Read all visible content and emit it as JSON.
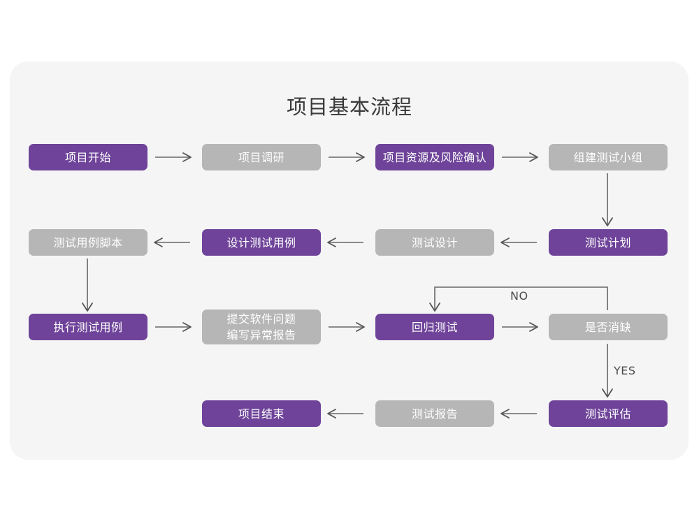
{
  "diagram": {
    "title": "项目基本流程",
    "colors": {
      "purple": "#6E4399",
      "gray": "#B6B6B6",
      "panel": "#F5F5F5",
      "page": "#FFFFFF",
      "edge": "#666666",
      "title_text": "#3A3A3A"
    },
    "nodes": [
      {
        "id": "n1",
        "label": "项目开始",
        "fill": "purple"
      },
      {
        "id": "n2",
        "label": "项目调研",
        "fill": "gray"
      },
      {
        "id": "n3",
        "label": "项目资源及风险确认",
        "fill": "purple"
      },
      {
        "id": "n4",
        "label": "组建测试小组",
        "fill": "gray"
      },
      {
        "id": "n5",
        "label": "测试用例脚本",
        "fill": "gray"
      },
      {
        "id": "n6",
        "label": "设计测试用例",
        "fill": "purple"
      },
      {
        "id": "n7",
        "label": "测试设计",
        "fill": "gray"
      },
      {
        "id": "n8",
        "label": "测试计划",
        "fill": "purple"
      },
      {
        "id": "n9",
        "label": "执行测试用例",
        "fill": "purple"
      },
      {
        "id": "n10",
        "label": "提交软件问题\n编写异常报告",
        "fill": "gray"
      },
      {
        "id": "n11",
        "label": "回归测试",
        "fill": "purple"
      },
      {
        "id": "n12",
        "label": "是否消缺",
        "fill": "gray"
      },
      {
        "id": "n13",
        "label": "项目结束",
        "fill": "purple"
      },
      {
        "id": "n14",
        "label": "测试报告",
        "fill": "gray"
      },
      {
        "id": "n15",
        "label": "测试评估",
        "fill": "purple"
      }
    ],
    "edge_labels": {
      "no": "NO",
      "yes": "YES"
    },
    "edges": [
      {
        "from": "n1",
        "to": "n2",
        "dir": "right"
      },
      {
        "from": "n2",
        "to": "n3",
        "dir": "right"
      },
      {
        "from": "n3",
        "to": "n4",
        "dir": "right"
      },
      {
        "from": "n4",
        "to": "n8",
        "dir": "down"
      },
      {
        "from": "n8",
        "to": "n7",
        "dir": "left"
      },
      {
        "from": "n7",
        "to": "n6",
        "dir": "left"
      },
      {
        "from": "n6",
        "to": "n5",
        "dir": "left"
      },
      {
        "from": "n5",
        "to": "n9",
        "dir": "down"
      },
      {
        "from": "n9",
        "to": "n10",
        "dir": "right"
      },
      {
        "from": "n10",
        "to": "n11",
        "dir": "right"
      },
      {
        "from": "n11",
        "to": "n12",
        "dir": "right"
      },
      {
        "from": "n12",
        "to": "n11",
        "dir": "loop-up",
        "label": "NO"
      },
      {
        "from": "n12",
        "to": "n15",
        "dir": "down",
        "label": "YES"
      },
      {
        "from": "n15",
        "to": "n14",
        "dir": "left"
      },
      {
        "from": "n14",
        "to": "n13",
        "dir": "left"
      }
    ]
  }
}
